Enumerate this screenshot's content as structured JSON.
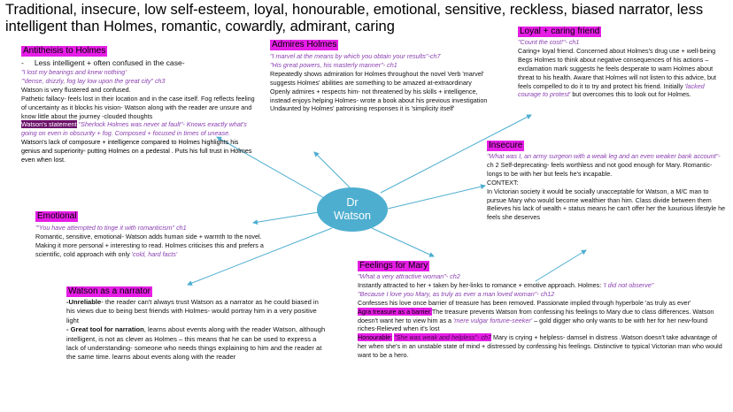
{
  "title": "Traditional, insecure, low self-esteem, loyal, honourable, emotional, sensitive, reckless, biased narrator, less intelligent than Holmes, romantic, cowardly, admirant, caring",
  "center": {
    "line1": "Dr",
    "line2": "Watson"
  },
  "antithesis": {
    "heading": "Antitheisis to Holmes",
    "bullet": "Less intelligent + often confused in the case-",
    "quote1": "\"I lost my bearings and knew nothing'",
    "quote2": "\"'dense, drizzly, fog lay low upon the great city\" ch3",
    "text1": "Watson is very flustered and confused.",
    "text2": "Pathetic fallacy- feels lost in their location and in the case itself. Fog reflects feeling of uncertainty as it blocks his vision- Watson along with the reader are unsure and know little about the journey -clouded thoughts",
    "dark_label": "Watson's statement",
    "quote3": "\"Sherlock Holmes was never at fault\"- Knows exactly what's going on even in obscurity + fog. Composed + focused in times of unease.",
    "text3": "Watson's lack of composure + intelligence compared to Holmes highlights his genius and superiority- putting Holmes on a pedestal . Puts his full trust in Holmes even when lost."
  },
  "admires": {
    "heading": "Admires Holmes",
    "quote1": "\"I marvel at the means by which you obtain your results\"-ch7",
    "quote2": "\"His great powers, his masterly manner\"- ch1",
    "text": "Repeatedly shows admiration for Holmes throughout the novel Verb 'marvel' suggests Holmes' abilities are something to be amazed at-extraordinary Openly admires + respects him- not threatened by his skills + intelligence, instead enjoys helping Holmes- wrote a book about his previous investigation Undaunted by Holmes' patronising responses it is 'simplicity itself'"
  },
  "loyal": {
    "heading": "Loyal + caring friend",
    "quote": "\"Count the cost!\"- ch1",
    "text1": "Caring+ loyal friend. Concerned about Holmes's drug use + well-being Begs Holmes to think about negative consequences of his actions –exclamation mark suggests he feels desperate to warn Holmes about threat to his health. Aware that Holmes will not listen to this advice, but feels compelled to do it to try and protect his friend. Initially",
    "quote_inline": "'lacked courage to protest'",
    "text2": "but overcomes this to look out for Holmes."
  },
  "insecure": {
    "heading": "Insecure",
    "quote": "\"What was I, an army surgeon with a weak leg and an even weaker bank account\"-",
    "text1": "ch 2 Self-deprecating- feels worthless and not good enough for Mary. Romantic- longs to be with her but feels he's incapable.",
    "context_label": "CONTEXT:",
    "text2": "In Victorian society it would be socially unacceptable for Watson, a M/C man to pursue Mary who would become wealthier than him. Class divide between them Believes his lack of wealth + status means he can't offer her the luxurious lifestyle he feels she deserves"
  },
  "emotional": {
    "heading": "Emotional",
    "quote": "\"'You have attempted to tinge it with romanticism\" ch1",
    "text": "Romantic, sensitive, emotional- Watson adds human side + warmth to the novel. Making it more personal + interesting to read. Holmes criticises this and prefers a scientific, cold approach with only",
    "quote_inline": "'cold, hard facts'"
  },
  "narrator": {
    "heading": "Watson as a narrator",
    "label1": "-Unreliable",
    "text1": "- the reader can't always trust Watson as a narrator as he could biased in his views due to being best friends with Holmes- would portray him in a very positive light",
    "label2": "- Great tool for narration",
    "text2": ", learns about events along with the reader Watson, although intelligent, is not as clever as Holmes – this means that he can be used to express a lack of understanding- someone who needs things explaining to him and the reader at the same time. learns about events along with the reader"
  },
  "feelings": {
    "heading": "Feelings for Mary",
    "quote1": "\"What a very attractive woman\"- ch2",
    "text1": "Instantly attracted to her + taken by her-links to romance + emotive approach. Holmes:",
    "quote1b": "'I did not observe\"",
    "quote2": "\"Because I love you Mary, as truly as ever a man loved woman\"- ch12",
    "text2": "Confesses his love once barrier of treasure has been removed. Passionate implied through hyperbole 'as truly as ever'",
    "label_agra": "Agra treasure as a barrier:",
    "text3": "The treasure prevents Watson from confessing his feelings to Mary due to class differences. Watson doesn't want her to view him as a",
    "quote3": "'mere vulgar fortune-seeker'",
    "text4": "– gold digger who only wants to be with her for her new-found riches-Relieved when it's lost",
    "label_hon": "Honourable:",
    "quote4": "\"She was weak and helpless\"- ch7",
    "text5": "Mary is crying + helpless- damsel in distress .Watson doesn't take advantage of her when she's in an unstable state of mind + distressed by confessing his feelings. Distinctive to typical Victorian man who would want to be a hero."
  },
  "colors": {
    "highlight": "#e61ee6",
    "dark_highlight": "#6b1069",
    "quote": "#8a3fb0",
    "node": "#4eaed0",
    "arrow": "#4eaed0"
  }
}
